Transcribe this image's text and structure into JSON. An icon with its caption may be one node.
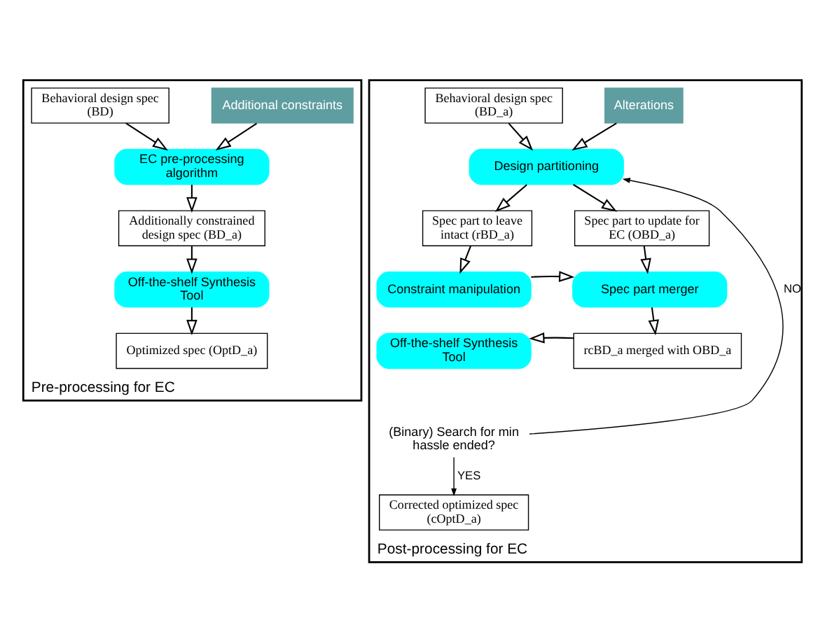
{
  "diagram": {
    "nodes": [
      {
        "text": [
          "Pre-processing for EC"
        ]
      },
      {
        "text": [
          "Behavioral design spec (BD)"
        ],
        "in": 0
      },
      {
        "text": [
          "Additional constraints"
        ],
        "in": 0
      },
      {
        "text": [
          "EC pre-processing algorithm"
        ],
        "in": 0
      },
      {
        "text": [
          "Additionally constrained design spec (BD_a)"
        ],
        "in": 0
      },
      {
        "text": [
          "Off-the-shelf Synthesis Tool"
        ],
        "in": 0
      },
      {
        "text": [
          "Optimized spec (OptD_a)"
        ],
        "in": 0
      },
      {
        "text": [
          "Post-processing for EC"
        ]
      },
      {
        "text": [
          "Behavioral design spec (BD_a)"
        ],
        "in": 7
      },
      {
        "text": [
          "Alterations"
        ],
        "in": 7
      },
      {
        "text": [
          "Design partitioning"
        ],
        "in": 7
      },
      {
        "text": [
          "Spec part to leave intact (rBD_a)"
        ],
        "in": 7
      },
      {
        "text": [
          "Spec part to update for EC (OBD_a)"
        ],
        "in": 7
      },
      {
        "text": [
          "Constraint manipulation"
        ],
        "in": 7
      },
      {
        "text": [
          "Spec part merger"
        ],
        "in": 7
      },
      {
        "text": [
          "rcBD_a merged with OBD_a"
        ],
        "in": 7
      },
      {
        "text": [
          "Off-the-shelf Synthesis Tool"
        ],
        "in": 7
      },
      {
        "text": [
          "(Binary) Search for min hassle ended?"
        ],
        "in": 7
      },
      {
        "text": [
          "Corrected optimized spec (cOptD_a)"
        ],
        "in": 7
      }
    ],
    "edges": [
      {
        "from": 1,
        "to": 3,
        "arrow": "to"
      },
      {
        "from": 2,
        "to": 3,
        "arrow": "to"
      },
      {
        "from": 3,
        "to": 4,
        "arrow": "to"
      },
      {
        "from": 4,
        "to": 5,
        "arrow": "to"
      },
      {
        "from": 5,
        "to": 6,
        "arrow": "to"
      },
      {
        "from": 8,
        "to": 10,
        "arrow": "to"
      },
      {
        "from": 9,
        "to": 10,
        "arrow": "to"
      },
      {
        "from": 10,
        "to": 11,
        "arrow": "to"
      },
      {
        "from": 10,
        "to": 12,
        "arrow": "to"
      },
      {
        "from": 11,
        "to": 13,
        "arrow": "to"
      },
      {
        "from": 13,
        "to": 14,
        "arrow": "to"
      },
      {
        "from": 12,
        "to": 14,
        "arrow": "to"
      },
      {
        "from": 14,
        "to": 15,
        "arrow": "to"
      },
      {
        "from": 15,
        "to": 16,
        "arrow": "to"
      },
      {
        "from": 17,
        "to": 10,
        "arrow": "to",
        "label": "NO"
      },
      {
        "from": 17,
        "to": 18,
        "arrow": "to",
        "label": "YES"
      }
    ]
  }
}
